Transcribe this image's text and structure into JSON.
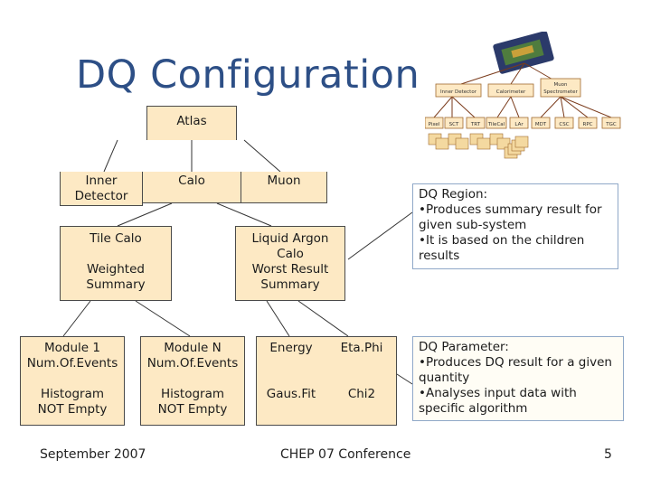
{
  "title": "DQ Configuration",
  "nodes": {
    "atlas": "Atlas",
    "inner": "Inner\nDetector",
    "calo": "Calo",
    "muon": "Muon",
    "tile": "Tile Calo",
    "weighted": "Weighted\nSummary",
    "lar": "Liquid Argon\nCalo",
    "worst": "Worst Result\nSummary",
    "mod1": "Module 1\nNum.Of.Events",
    "modN": "Module N\nNum.Of.Events",
    "energy": "Energy",
    "etaphi": "Eta.Phi",
    "hist1": "Histogram\nNOT Empty",
    "hist2": "Histogram\nNOT Empty",
    "gausfit": "Gaus.Fit",
    "chi2": "Chi2"
  },
  "callouts": {
    "region": "DQ Region:\n•Produces summary result for given sub-system\n•It is based on the children results",
    "parameter": "DQ Parameter:\n•Produces DQ result for a given quantity\n•Analyses input data with specific algorithm"
  },
  "mini_tree": {
    "top": [
      "Inner Detector",
      "Calorimeter",
      "Muon\nSpectrometer"
    ],
    "leaves": [
      "Pixel",
      "SCT",
      "TRT",
      "TileCal",
      "LAr",
      "MDT",
      "CSC",
      "RPC",
      "TGC"
    ]
  },
  "footer": {
    "date": "September 2007",
    "conference": "CHEP 07 Conference",
    "page": "5"
  },
  "colors": {
    "title": "#2d4f86",
    "box_fill": "#fde9c4",
    "callout_border": "#8fa8c8"
  }
}
